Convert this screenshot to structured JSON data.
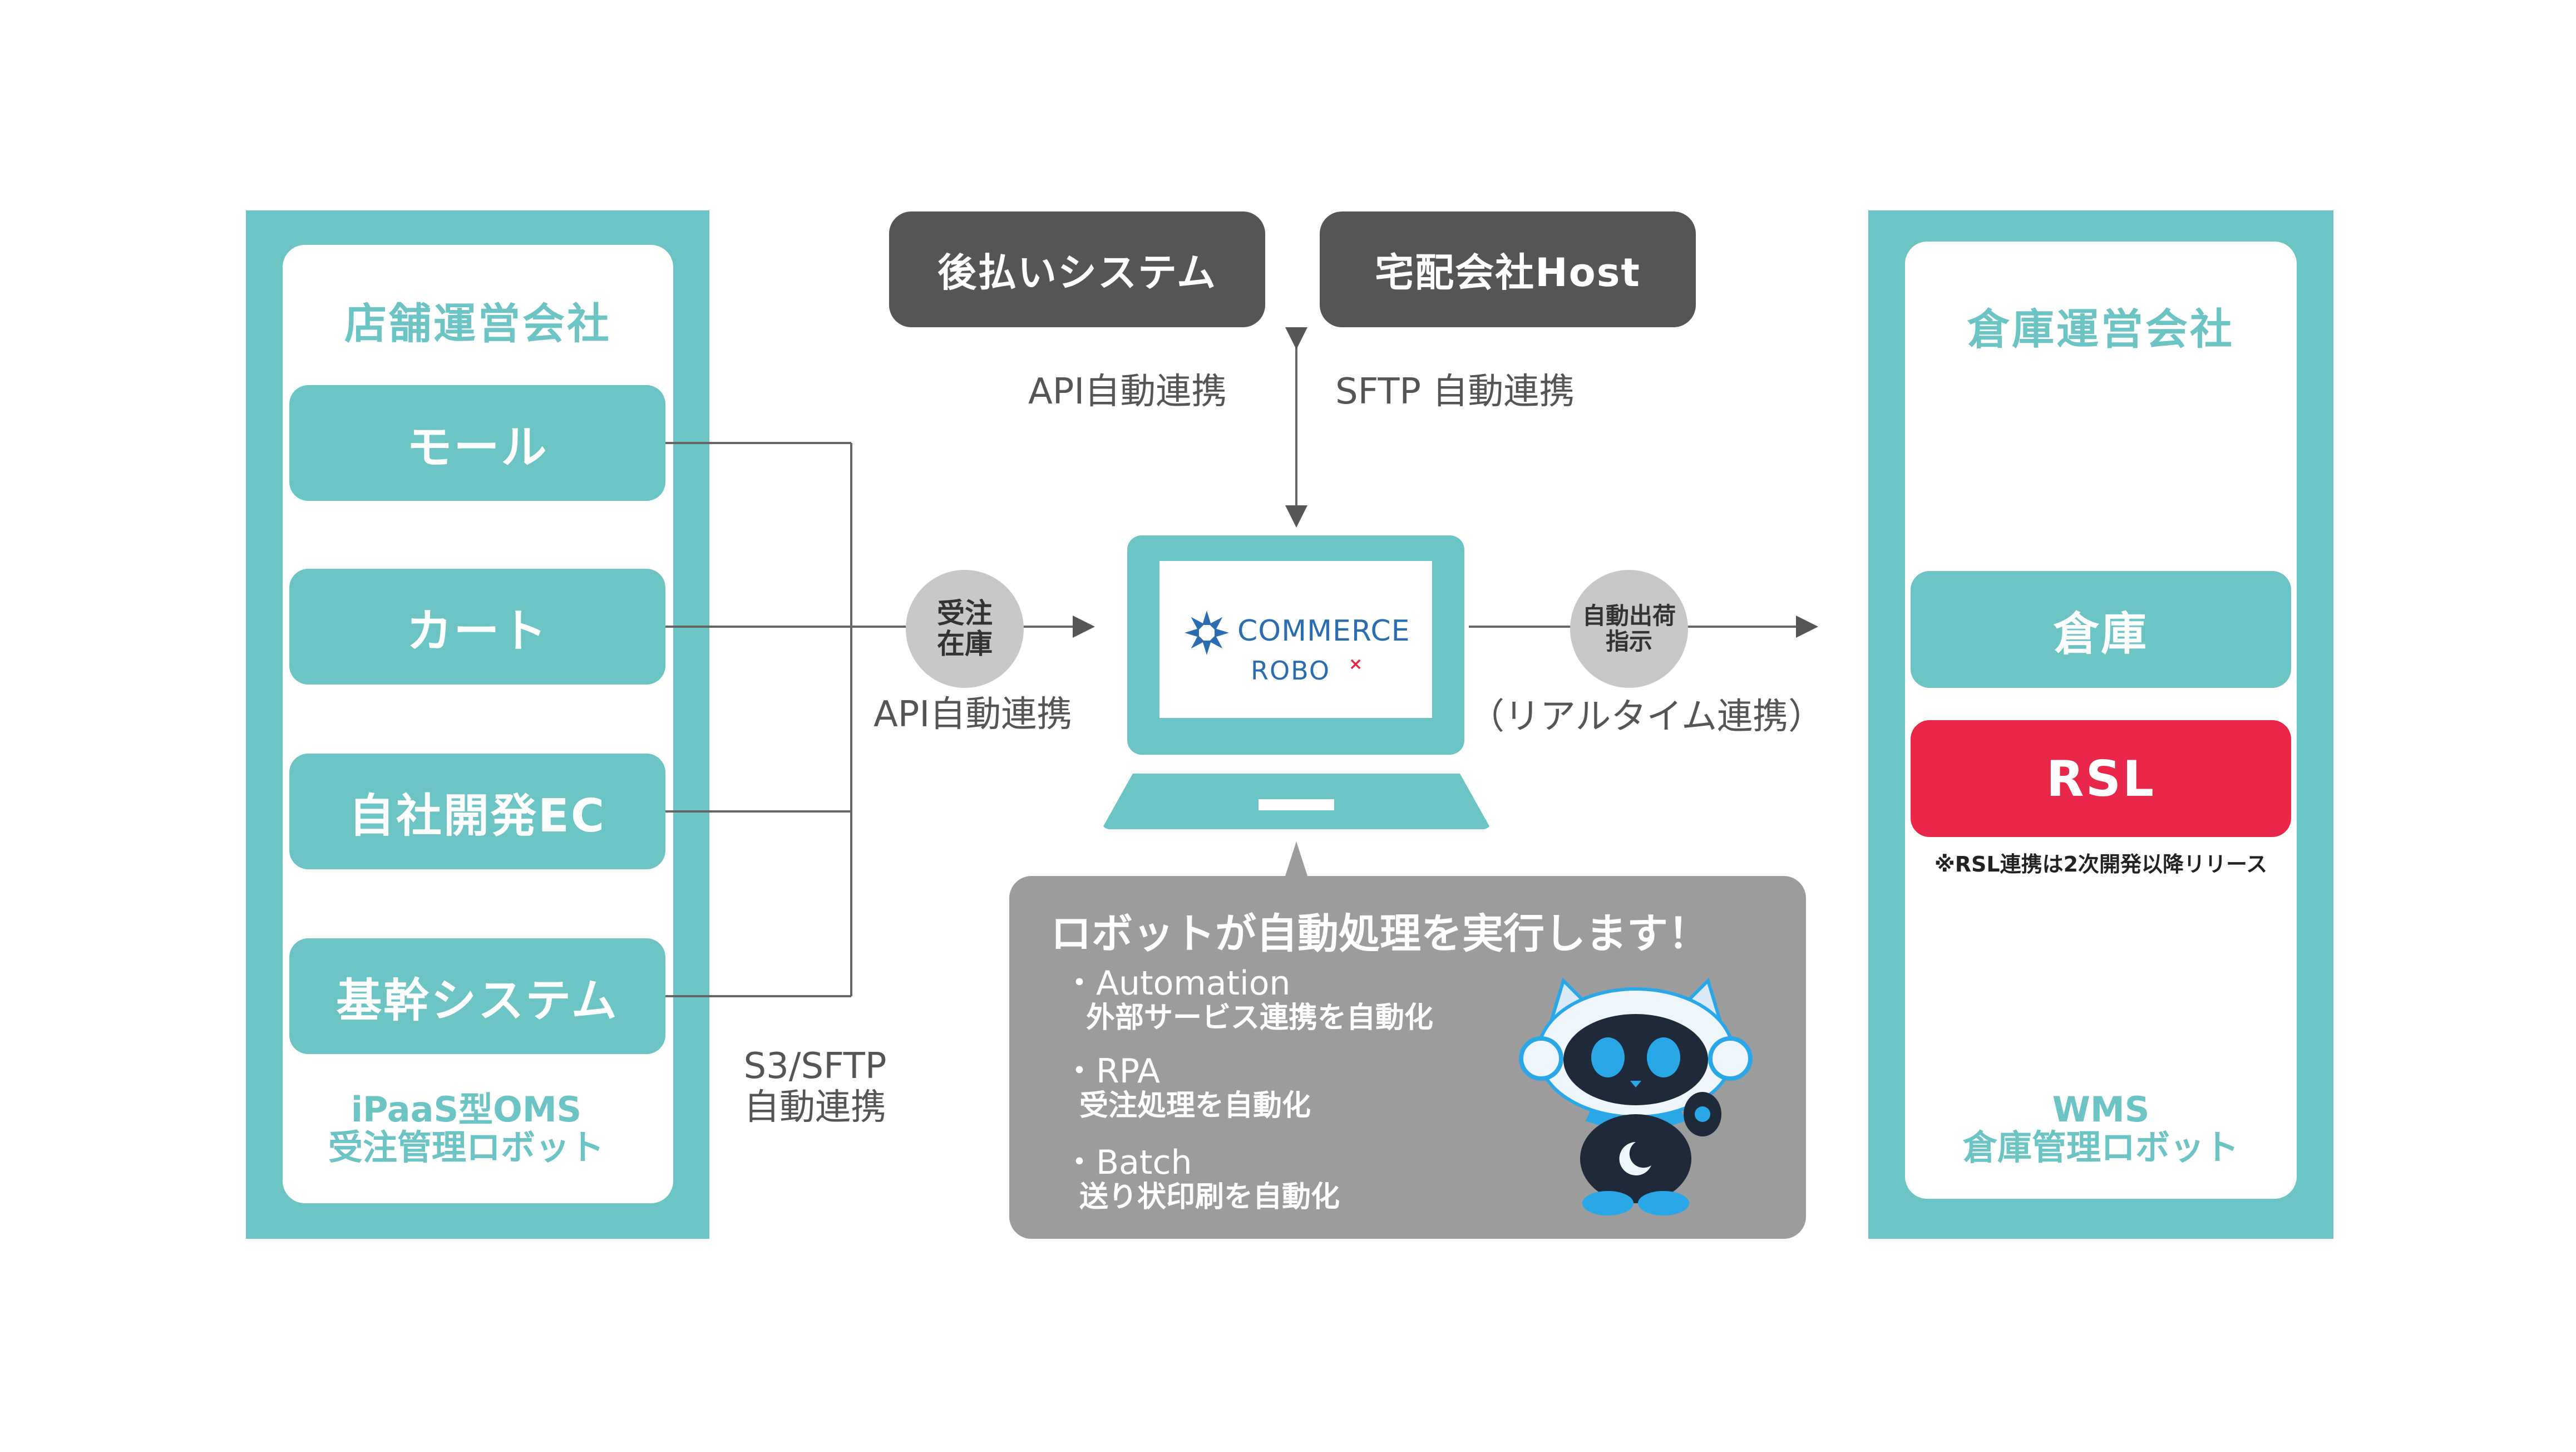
{
  "left_panel": {
    "title": "店舗運営会社",
    "items": [
      {
        "label": "モール"
      },
      {
        "label": "カート"
      },
      {
        "label": "自社開発EC"
      },
      {
        "label": "基幹システム"
      }
    ],
    "footer_line1": "iPaaS型OMS",
    "footer_line2": "受注管理ロボット"
  },
  "top_boxes": [
    {
      "label": "後払いシステム"
    },
    {
      "label": "宅配会社Host"
    }
  ],
  "labels": {
    "api_top": "API自動連携",
    "sftp_top": "SFTP 自動連携",
    "order_circle_line1": "受注",
    "order_circle_line2": "在庫",
    "api_left": "API自動連携",
    "ship_circle_line1": "自動出荷",
    "ship_circle_line2": "指示",
    "realtime": "（リアルタイム連携）",
    "s3_line1": "S3/SFTP",
    "s3_line2": "自動連携"
  },
  "logo": {
    "line1": "COMMERCE",
    "line2": "ROBO"
  },
  "robot_box": {
    "title": "ロボットが自動処理を実行します！",
    "items": [
      {
        "name": "・Automation",
        "desc": "外部サービス連携を自動化"
      },
      {
        "name": "・RPA",
        "desc": "受注処理を自動化"
      },
      {
        "name": "・Batch",
        "desc": "送り状印刷を自動化"
      }
    ]
  },
  "right_panel": {
    "title": "倉庫運営会社",
    "warehouse_label": "倉庫",
    "rsl_label": "RSL",
    "rsl_note": "※RSL連携は2次開発以降リリース",
    "footer_line1": "WMS",
    "footer_line2": "倉庫管理ロボット"
  },
  "colors": {
    "teal": "#6cc4c4",
    "dark_gray": "#555555",
    "rsl_red": "#e8274b",
    "robot_gray": "#9c9c9c"
  }
}
